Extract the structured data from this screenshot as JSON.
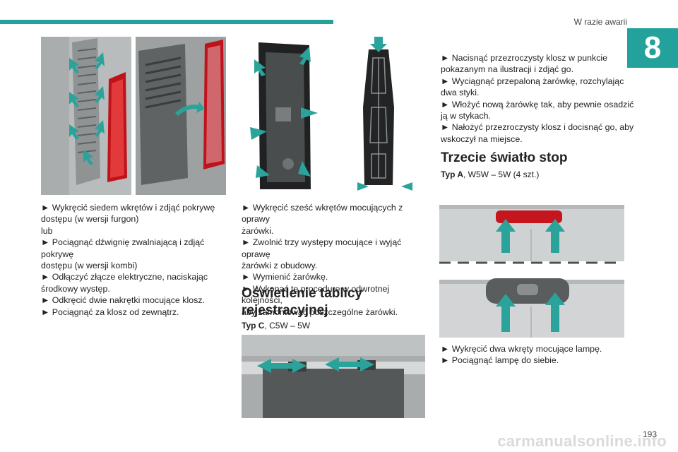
{
  "header": {
    "section_title": "W razie awarii",
    "chapter_number": "8"
  },
  "column1": {
    "lines": [
      "► Wykręcić siedem wkrętów i zdjąć pokrywę",
      "dostępu (w wersji furgon)",
      "lub",
      "► Pociągnąć dźwignię zwalniającą i zdjąć pokrywę",
      "dostępu (w wersji kombi)",
      "► Odłączyć złącze elektryczne, naciskając",
      "środkowy występ.",
      "► Odkręcić dwie nakrętki mocujące klosz.",
      "► Pociągnąć za klosz od zewnątrz."
    ]
  },
  "column2": {
    "lines": [
      "► Wykręcić sześć wkrętów mocujących z oprawy",
      "żarówki.",
      "► Zwolnić trzy występy mocujące i wyjąć oprawę",
      "żarówki z obudowy.",
      "► Wymienić żarówkę.",
      "► Wykonać tę procedurę w odwrotnej kolejności,",
      "aby zamontować poszczególne żarówki."
    ],
    "heading_line1": "Oświetlenie tablicy",
    "heading_line2": "rejestracyjnej",
    "typ_label": "Typ C",
    "typ_value": ", C5W – 5W"
  },
  "column3": {
    "lines_top": [
      "► Nacisnąć przezroczysty klosz w punkcie",
      "pokazanym na ilustracji i zdjąć go.",
      "► Wyciągnąć przepaloną żarówkę, rozchylając",
      "dwa styki.",
      "► Włożyć nową żarówkę tak, aby pewnie osadzić",
      "ją w stykach.",
      "► Nałożyć przezroczysty klosz i docisnąć go, aby",
      "wskoczył na miejsce."
    ],
    "heading": "Trzecie światło stop",
    "typ_label": "Typ A",
    "typ_value": ", W5W – 5W (4 szt.)",
    "lines_bottom": [
      "► Wykręcić dwa wkręty mocujące lampę.",
      "► Pociągnąć lampę do siebie."
    ]
  },
  "footer": {
    "page_number": "193",
    "watermark": "carmanualsonline.info"
  },
  "colors": {
    "accent": "#23a19b",
    "arrow": "#2aa39b"
  }
}
